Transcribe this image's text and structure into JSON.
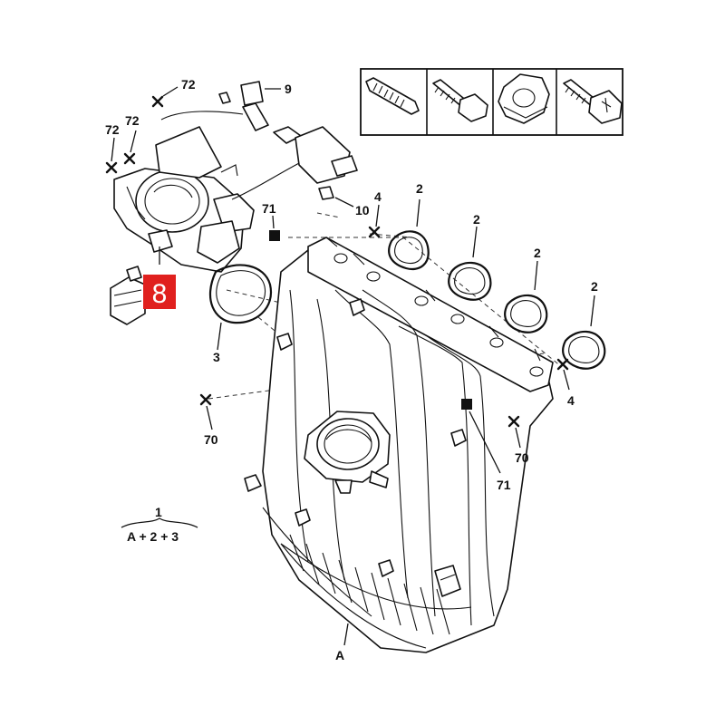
{
  "labels": {
    "seal_2": "2",
    "gasket_3": "3",
    "stud_4": "4",
    "sensor_9": "9",
    "screw_10": "10",
    "point_70": "70",
    "marker_71": "71",
    "point_72": "72",
    "assembly_1": "1",
    "assembly_formula": "A + 2 + 3",
    "manifold_A": "A",
    "highlight_8": "8"
  },
  "colors": {
    "highlight_bg": "#e0201e",
    "highlight_text": "#ffffff",
    "line": "#111111"
  }
}
